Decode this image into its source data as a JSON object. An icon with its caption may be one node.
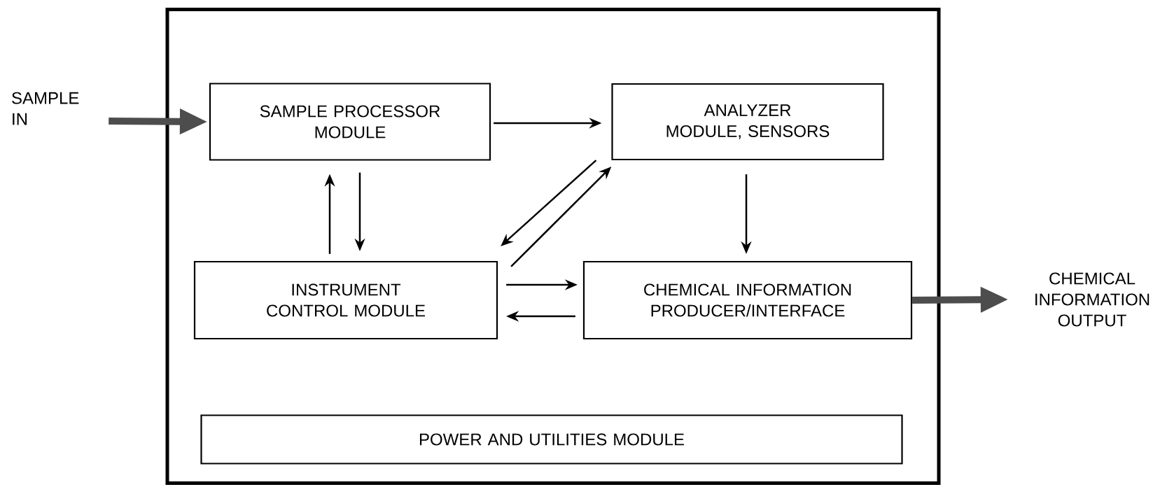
{
  "diagram": {
    "nodes": [
      {
        "text": [],
        "shape": "box"
      },
      {
        "text": [
          "SAMPLE PROCESSOR MODULE"
        ],
        "in": 0
      },
      {
        "text": [
          "ANALYZER MODULE, SENSORS"
        ],
        "in": 0
      },
      {
        "text": [
          "INSTRUMENT CONTROL MODULE"
        ],
        "in": 0
      },
      {
        "text": [
          "CHEMICAL INFORMATION PRODUCER/INTERFACE"
        ],
        "in": 0
      },
      {
        "text": [
          "POWER AND UTILITIES MODULE"
        ],
        "in": 0
      },
      {
        "text": [
          "SAMPLE IN"
        ]
      },
      {
        "text": [
          "CHEMICAL INFORMATION OUTPUT"
        ]
      }
    ],
    "edges": [
      {
        "from": 6,
        "to": 1,
        "arrow": "to",
        "style": "thick",
        "color": "#4d4d4d"
      },
      {
        "from": 1,
        "to": 2,
        "arrow": "to"
      },
      {
        "from": 1,
        "to": 3,
        "arrow": "to"
      },
      {
        "from": 3,
        "to": 1,
        "arrow": "to"
      },
      {
        "from": 2,
        "to": 3,
        "arrow": "to"
      },
      {
        "from": 3,
        "to": 2,
        "arrow": "to"
      },
      {
        "from": 2,
        "to": 4,
        "arrow": "to"
      },
      {
        "from": 3,
        "to": 4,
        "arrow": "to"
      },
      {
        "from": 4,
        "to": 3,
        "arrow": "to"
      },
      {
        "from": 4,
        "to": 7,
        "arrow": "to",
        "style": "thick",
        "color": "#4d4d4d"
      }
    ]
  }
}
